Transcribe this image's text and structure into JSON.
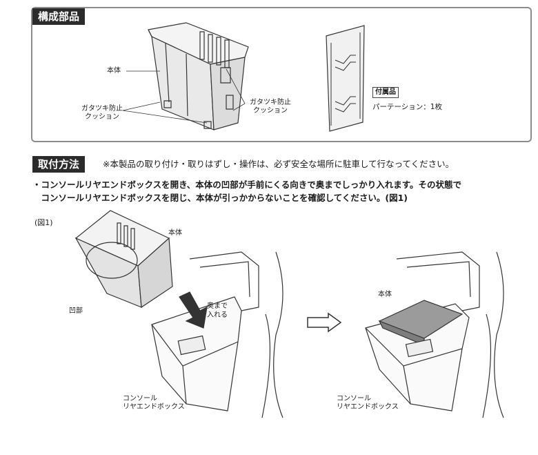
{
  "components": {
    "heading": "構成部品",
    "body_label": "本体",
    "cushion_label_left_1": "ガタツキ防止",
    "cushion_label_left_2": "クッション",
    "cushion_label_right_1": "ガタツキ防止",
    "cushion_label_right_2": "クッション",
    "accessory_title": "付属品",
    "accessory_item": "パーテーション：1枚"
  },
  "install": {
    "heading": "取付方法",
    "caution": "※本製品の取り付け・取りはずし・操作は、必ず安全な場所に駐車して行なってください。",
    "step_line1": "・コンソールリヤエンドボックスを開き、本体の凹部が手前にくる向きで奥までしっかり入れます。その状態で",
    "step_line2": "　コンソールリヤエンドボックスを閉じ、本体が引っかからないことを確認してください。(図1)"
  },
  "figure": {
    "caption": "(図1)",
    "body_label": "本体",
    "recess_label": "凹部",
    "push_label_1": "奥まで",
    "push_label_2": "入れる",
    "console_label_1": "コンソール",
    "console_label_2": "リヤエンドボックス",
    "after_body_label": "本体",
    "after_console_label_1": "コンソール",
    "after_console_label_2": "リヤエンドボックス"
  }
}
